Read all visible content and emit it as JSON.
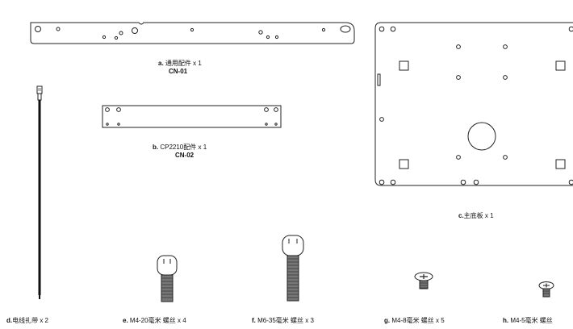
{
  "parts": [
    {
      "letter": "a.",
      "name": "通用配件 x 1",
      "code": "CN-01"
    },
    {
      "letter": "b.",
      "name": "CP2210配件 x 1",
      "code": "CN-02"
    },
    {
      "letter": "c.",
      "name": "主底板 x 1"
    },
    {
      "letter": "d.",
      "name": "电线扎带 x 2"
    },
    {
      "letter": "e.",
      "name": "M4-20毫米 螺丝 x 4"
    },
    {
      "letter": "f.",
      "name": "M6-35毫米 螺丝 x 3"
    },
    {
      "letter": "g.",
      "name": "M4-8毫米 螺丝 x 5"
    },
    {
      "letter": "h.",
      "name": "M4-5毫米 螺丝"
    }
  ],
  "colors": {
    "line": "#222222",
    "thread": "#555555",
    "background": "#ffffff"
  }
}
